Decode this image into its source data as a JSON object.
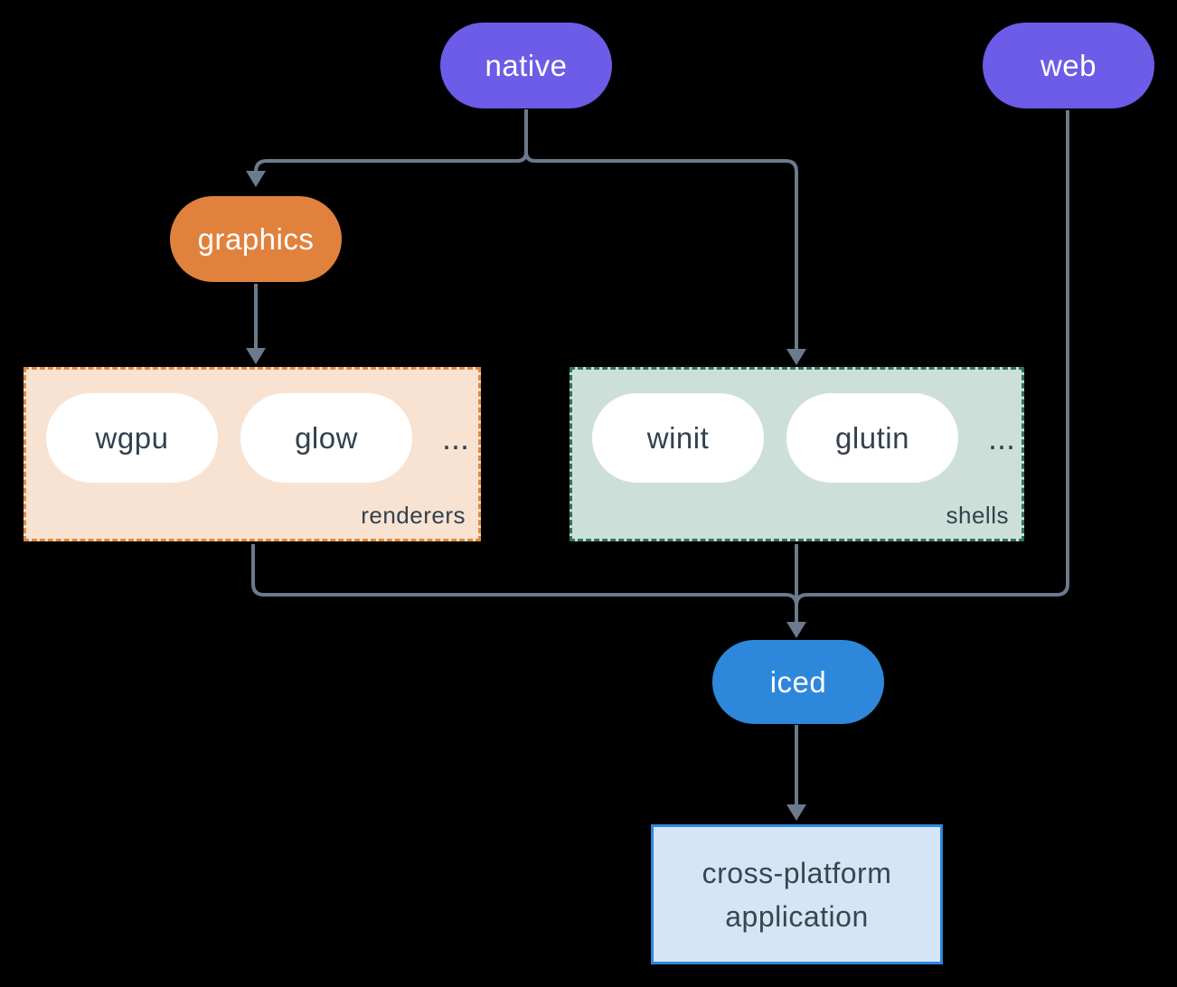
{
  "colors": {
    "bg": "#000000",
    "node-purple": "#6C5CE7",
    "node-orange": "#E0823D",
    "node-blue": "#2D87DB",
    "node-text": "#FFFFFF",
    "line": "#6B7A8C",
    "renderers-bg": "#F8E3D3",
    "renderers-border": "#E0883F",
    "shells-bg": "#CDDFD9",
    "shells-border": "#2F7265",
    "pill-bg": "#FFFFFF",
    "pill-text": "#33414E",
    "app-bg": "#D4E5F7",
    "app-border": "#2E86DB",
    "app-text": "#37474F"
  },
  "nodes": {
    "native": {
      "label": "native"
    },
    "web": {
      "label": "web"
    },
    "graphics": {
      "label": "graphics"
    },
    "iced": {
      "label": "iced"
    },
    "application": {
      "line1": "cross-platform",
      "line2": "application"
    }
  },
  "groups": {
    "renderers": {
      "label": "renderers",
      "items": [
        "wgpu",
        "glow"
      ],
      "ellipsis": "..."
    },
    "shells": {
      "label": "shells",
      "items": [
        "winit",
        "glutin"
      ],
      "ellipsis": "..."
    }
  }
}
